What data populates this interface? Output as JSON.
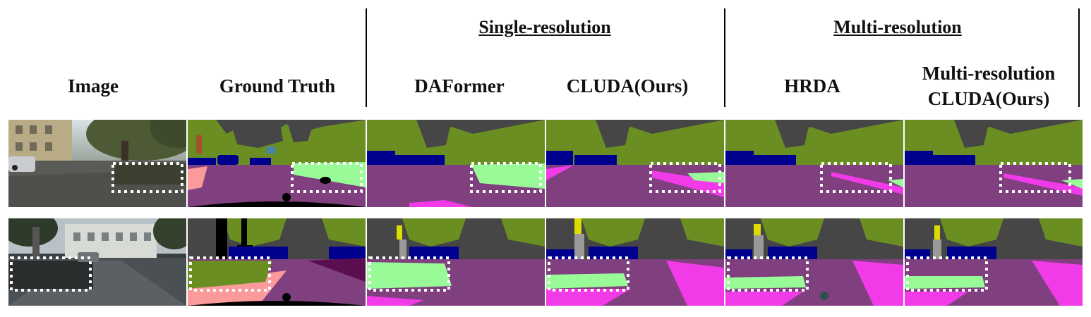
{
  "groups": {
    "single": "Single-resolution",
    "multi": "Multi-resolution"
  },
  "columns": {
    "image": "Image",
    "gt": "Ground Truth",
    "daformer": "DAFormer",
    "cluda": "CLUDA(Ours)",
    "hrda": "HRDA",
    "mr_cluda_line1": "Multi-resolution",
    "mr_cluda_line2": "CLUDA(Ours)"
  },
  "class_colors": {
    "road": "#80407f",
    "sidewalk": "#f23be8",
    "building": "#464646",
    "vegetation": "#6b8e23",
    "terrain": "#98fb98",
    "car": "#00008e",
    "pole": "#999999",
    "traffic-sign": "#dcdc00",
    "person": "#dc143c",
    "ego-vehicle": "#000000"
  }
}
